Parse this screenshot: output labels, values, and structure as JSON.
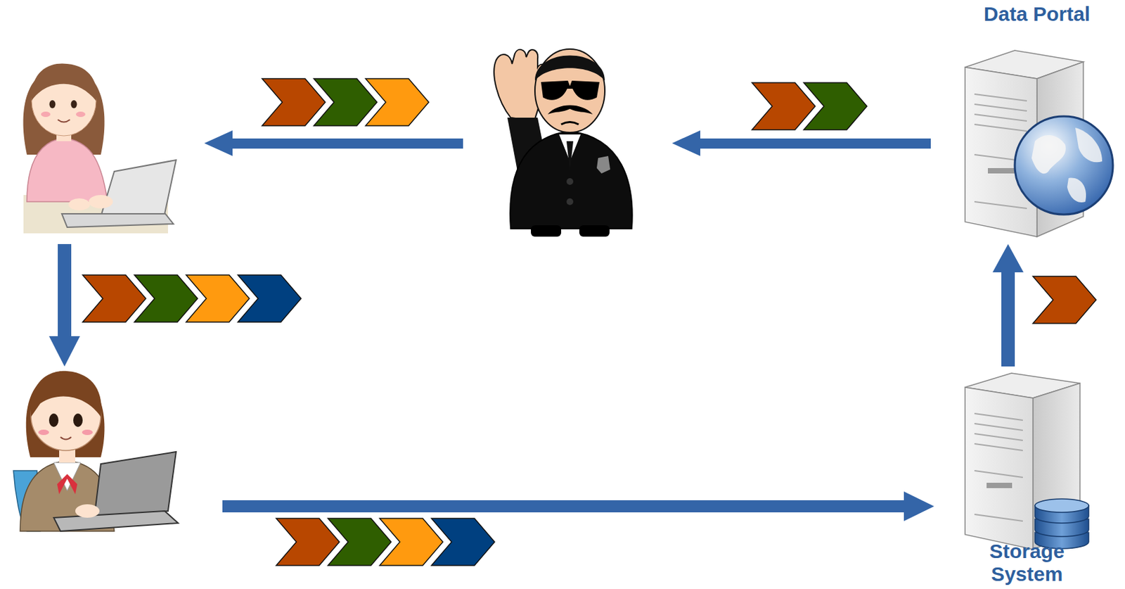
{
  "diagram": {
    "nodes": [
      {
        "text": [
          "Data Portal"
        ]
      },
      {
        "text": [
          "Storage System"
        ]
      }
    ],
    "edges": [
      {
        "from": 1,
        "to": 0,
        "arrow": "to"
      }
    ]
  }
}
